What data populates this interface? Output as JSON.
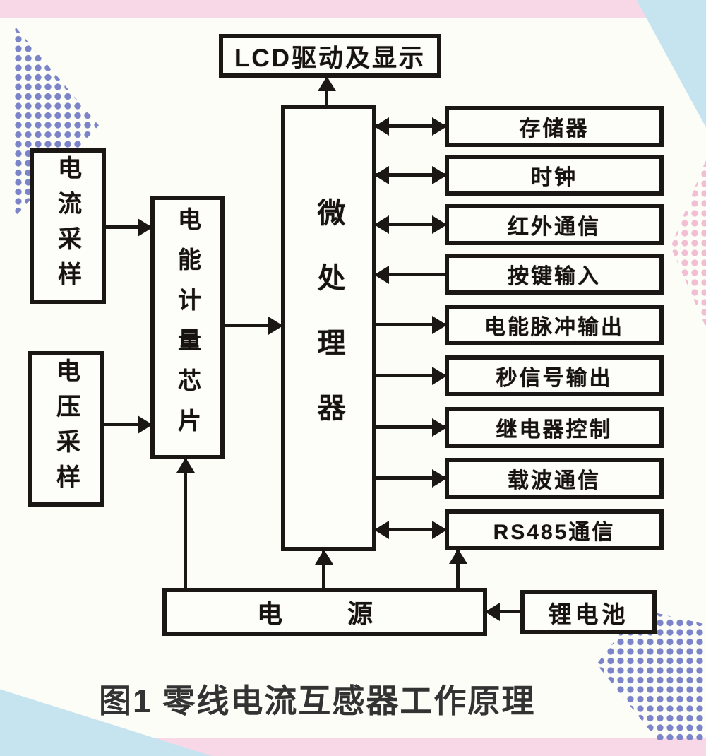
{
  "figure": {
    "caption": "图1 零线电流互感器工作原理"
  },
  "diagram": {
    "nodes": {
      "lcd": {
        "label": "LCD驱动及显示"
      },
      "mpu": {
        "label": "微处理器"
      },
      "current_sampling": {
        "label": "电流采样"
      },
      "voltage_sampling": {
        "label": "电压采样"
      },
      "metering_chip": {
        "label": "电能计量芯片"
      },
      "power": {
        "label": "电　源"
      },
      "battery": {
        "label": "锂电池"
      }
    },
    "peripherals": [
      {
        "label": "存储器",
        "link": "bidirectional"
      },
      {
        "label": "时钟",
        "link": "bidirectional"
      },
      {
        "label": "红外通信",
        "link": "bidirectional"
      },
      {
        "label": "按键输入",
        "link": "to-mpu"
      },
      {
        "label": "电能脉冲输出",
        "link": "from-mpu"
      },
      {
        "label": "秒信号输出",
        "link": "from-mpu"
      },
      {
        "label": "继电器控制",
        "link": "from-mpu"
      },
      {
        "label": "载波通信",
        "link": "from-mpu"
      },
      {
        "label": "RS485通信",
        "link": "bidirectional"
      }
    ],
    "edges": [
      "电流采样 → 电能计量芯片",
      "电压采样 → 电能计量芯片",
      "电能计量芯片 → 微处理器",
      "微处理器 → LCD驱动及显示",
      "电源 → 电能计量芯片",
      "电源 → 微处理器",
      "电源 → RS485通信",
      "锂电池 → 电源"
    ],
    "colors": {
      "line": "#1b1714",
      "paper": "#fbfdf6",
      "accent_pink": "#f8d8e6",
      "accent_blue": "#c6e3f0",
      "dot_purple": "#7c84c9",
      "dot_pink": "#f2bed4"
    }
  }
}
